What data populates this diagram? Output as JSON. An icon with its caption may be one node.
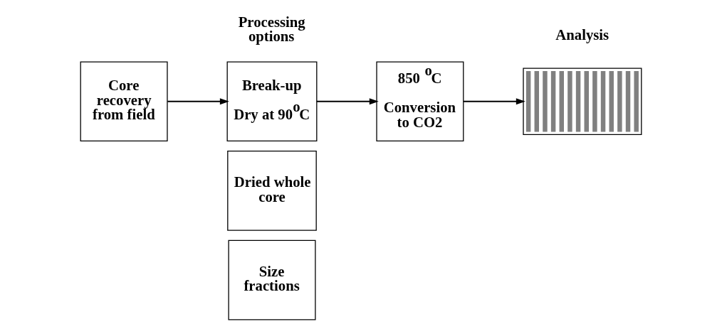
{
  "diagram": {
    "nodes": [
      {
        "text": [
          "Core recovery from field"
        ]
      },
      {
        "text": [
          "Break-up",
          "Dry at 90$^{o}$C"
        ]
      },
      {
        "text": [
          "Dried whole core"
        ]
      },
      {
        "text": [
          "Size fractions"
        ]
      },
      {
        "text": [
          "850 $^{o}$C",
          "Conversion to CO2"
        ]
      },
      {
        "text": [],
        "shape": "picture",
        "beside": [
          "Analysis"
        ]
      }
    ],
    "edges": [
      {
        "from": 0,
        "to": 1,
        "arrow": "to"
      },
      {
        "from": 1,
        "to": 4,
        "arrow": "to"
      },
      {
        "from": 4,
        "to": 5,
        "arrow": "to"
      }
    ],
    "labels": [
      "Processing options"
    ]
  }
}
